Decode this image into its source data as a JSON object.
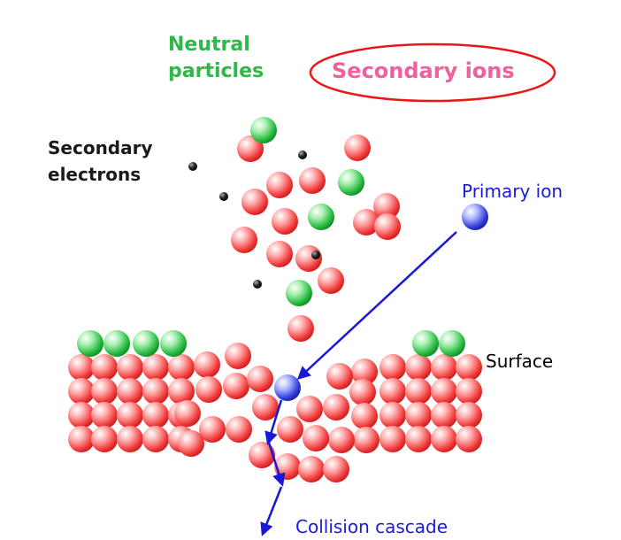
{
  "labels": {
    "neutral_line1": "Neutral",
    "neutral_line2": "particles",
    "secondary_ions": "Secondary ions",
    "secondary_electrons_line1": "Secondary",
    "secondary_electrons_line2": "electrons",
    "primary_ion": "Primary ion",
    "surface": "Surface",
    "collision_cascade": "Collision cascade"
  },
  "colors": {
    "ion_particle": "#f03838",
    "neutral_particle": "#22b83a",
    "primary_ion": "#2f3ad8",
    "electron": "#111111",
    "arrow": "#1818d8",
    "highlight_ellipse": "#e81818"
  }
}
